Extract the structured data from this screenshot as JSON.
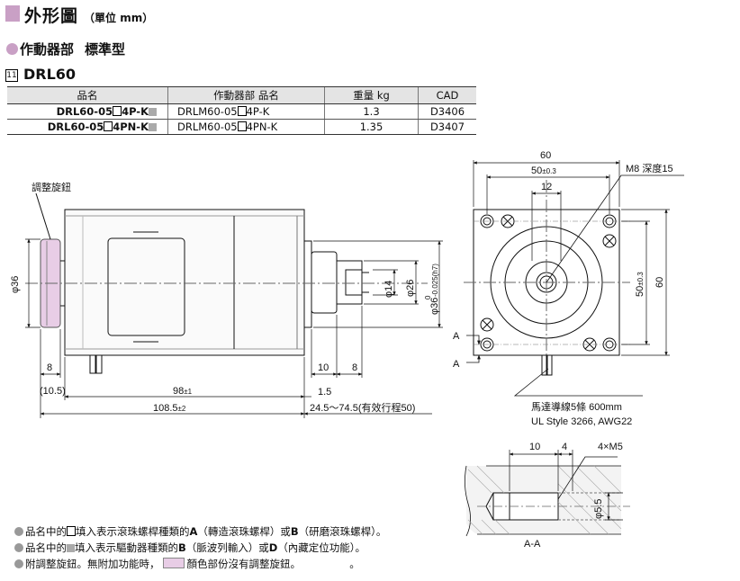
{
  "header": {
    "title": "外形圖",
    "unit": "（單位 mm）",
    "subtitle": "作動器部",
    "subtitle_type": "標準型",
    "model_index": "11",
    "model": "DRL60"
  },
  "table": {
    "headers": [
      "品名",
      "作動器部 品名",
      "重量 kg",
      "CAD"
    ],
    "rows": [
      {
        "name_a": "DRL60-05",
        "name_b": "4P-K",
        "actuator_a": "DRLM60-05",
        "actuator_b": "4P-K",
        "weight": "1.3",
        "cad": "D3406"
      },
      {
        "name_a": "DRL60-05",
        "name_b": "4PN-K",
        "actuator_a": "DRLM60-05",
        "actuator_b": "4PN-K",
        "weight": "1.35",
        "cad": "D3407"
      }
    ]
  },
  "drawing": {
    "knob_label": "調整旋鈕",
    "d36_left": "φ36",
    "d14": "φ14",
    "d26": "φ26",
    "d36_shaft": "φ36",
    "tol_zero": "0",
    "tol_h7": "-0.025(h7)",
    "dim_8_left": "8",
    "dim_10_5": "(10.5)",
    "dim_98": "98",
    "tol_98": "±1",
    "dim_108_5": "108.5",
    "tol_108_5": "±2",
    "dim_10": "10",
    "dim_8_right": "8",
    "dim_1_5": "1.5",
    "stroke": "24.5～74.5(有效行程50)",
    "dim_60_top": "60",
    "dim_50": "50",
    "tol_50": "±0.3",
    "dim_12": "12",
    "m8_label": "M8 深度15",
    "dim_50_side": "50",
    "tol_50_side": "±0.3",
    "dim_60_side": "60",
    "section_a1": "A",
    "section_a2": "A",
    "lead_label": "馬達導線5條  600mm",
    "lead_spec": "UL Style 3266, AWG22",
    "sec_dim_10": "10",
    "sec_dim_4": "4",
    "sec_m5": "4×M5",
    "sec_d55": "φ5.5",
    "section_label": "A-A"
  },
  "notes": {
    "n1_a": "品名中的",
    "n1_b": "填入表示滾珠螺桿種類的",
    "n1_A": "A",
    "n1_c": "（轉造滾珠螺桿）或",
    "n1_B": "B",
    "n1_d": "（研磨滾珠螺桿）。",
    "n2_a": "品名中的",
    "n2_b": "填入表示驅動器種類的",
    "n2_B": "B",
    "n2_c": "（脈波列輸入）或",
    "n2_D": "D",
    "n2_d": "（內藏定位功能）。",
    "n3_a": "附調整旋鈕。無附加功能時，",
    "n3_b": "顏色部份沒有調整旋鈕。",
    "n3_c": "。"
  },
  "colors": {
    "accent": "#c9a0c5",
    "knob": "#e8cde6",
    "header_bg": "#e4e4e4"
  }
}
